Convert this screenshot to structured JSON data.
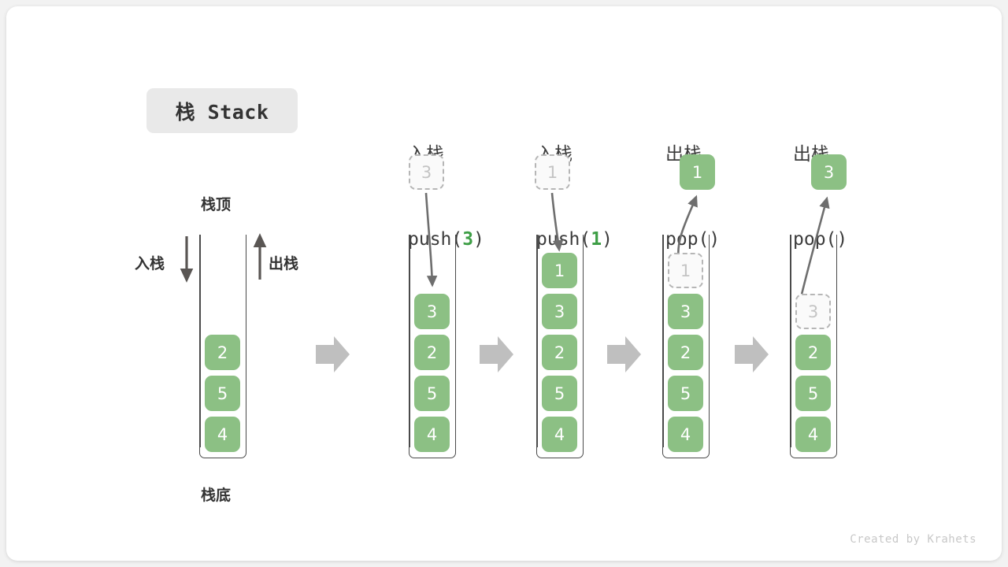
{
  "meta": {
    "title_badge": "栈 Stack",
    "credit": "Created by Krahets",
    "colors": {
      "box_fill": "#8cc084",
      "ghost_border": "#b6b6b6",
      "ghost_text": "#c4c4c4",
      "arrow_gray": "#6e6e6e",
      "step_arrow": "#bfbfbf",
      "accent_green": "#3e9e46",
      "badge_bg": "#e9e9e9",
      "card_bg": "#ffffff",
      "page_bg": "#f2f2f2"
    }
  },
  "diagram": {
    "labels": {
      "top": "栈顶",
      "bottom": "栈底",
      "push": "入栈",
      "pop": "出栈"
    },
    "initial_stack": {
      "name": "initial",
      "values_top_to_bottom": [
        "2",
        "5",
        "4"
      ]
    },
    "steps": [
      {
        "id": "push-3",
        "op": "push",
        "head_cn": "入栈",
        "head_code_prefix": "push(",
        "head_code_arg": "3",
        "head_code_suffix": ")",
        "floating_value": "3",
        "floating_state": "ghost",
        "stack_values_top_to_bottom": [
          "3",
          "2",
          "5",
          "4"
        ],
        "ghost_in_stack": null,
        "arrow_direction": "down"
      },
      {
        "id": "push-1",
        "op": "push",
        "head_cn": "入栈",
        "head_code_prefix": "push(",
        "head_code_arg": "1",
        "head_code_suffix": ")",
        "floating_value": "1",
        "floating_state": "ghost",
        "stack_values_top_to_bottom": [
          "1",
          "3",
          "2",
          "5",
          "4"
        ],
        "ghost_in_stack": null,
        "arrow_direction": "down"
      },
      {
        "id": "pop-1",
        "op": "pop",
        "head_cn": "出栈",
        "head_code_prefix": "pop(",
        "head_code_arg": "",
        "head_code_suffix": ")",
        "floating_value": "1",
        "floating_state": "solid",
        "stack_values_top_to_bottom": [
          "3",
          "2",
          "5",
          "4"
        ],
        "ghost_in_stack": "1",
        "arrow_direction": "up"
      },
      {
        "id": "pop-3",
        "op": "pop",
        "head_cn": "出栈",
        "head_code_prefix": "pop(",
        "head_code_arg": "",
        "head_code_suffix": ")",
        "floating_value": "3",
        "floating_state": "solid",
        "stack_values_top_to_bottom": [
          "2",
          "5",
          "4"
        ],
        "ghost_in_stack": "3",
        "arrow_direction": "up"
      }
    ]
  }
}
